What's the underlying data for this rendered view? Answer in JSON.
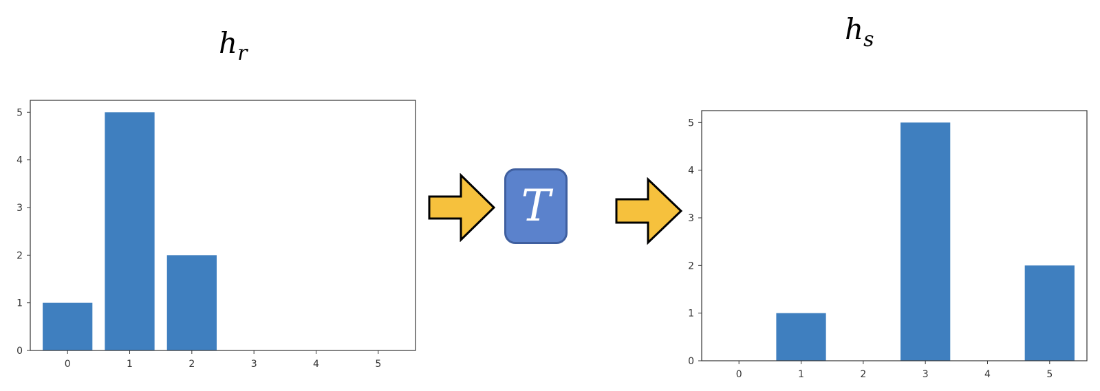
{
  "titles": {
    "left": {
      "base": "h",
      "sub": "r"
    },
    "right": {
      "base": "h",
      "sub": "s"
    }
  },
  "transform": {
    "label": "T",
    "fill_color": "#5b82cc",
    "arrow_color": "#f6c13d"
  },
  "chart_data": [
    {
      "type": "bar",
      "categories": [
        "0",
        "1",
        "2",
        "3",
        "4",
        "5"
      ],
      "values": [
        1,
        5,
        2,
        0,
        0,
        0
      ],
      "yticks": [
        "0",
        "1",
        "2",
        "3",
        "4",
        "5"
      ],
      "ylim": [
        0,
        5.25
      ],
      "bar_color": "#3f7fbf",
      "grid": false
    },
    {
      "type": "bar",
      "categories": [
        "0",
        "1",
        "2",
        "3",
        "4",
        "5"
      ],
      "values": [
        0,
        1,
        0,
        5,
        0,
        2
      ],
      "yticks": [
        "0",
        "1",
        "2",
        "3",
        "4",
        "5"
      ],
      "ylim": [
        0,
        5.25
      ],
      "bar_color": "#3f7fbf",
      "grid": false
    }
  ]
}
